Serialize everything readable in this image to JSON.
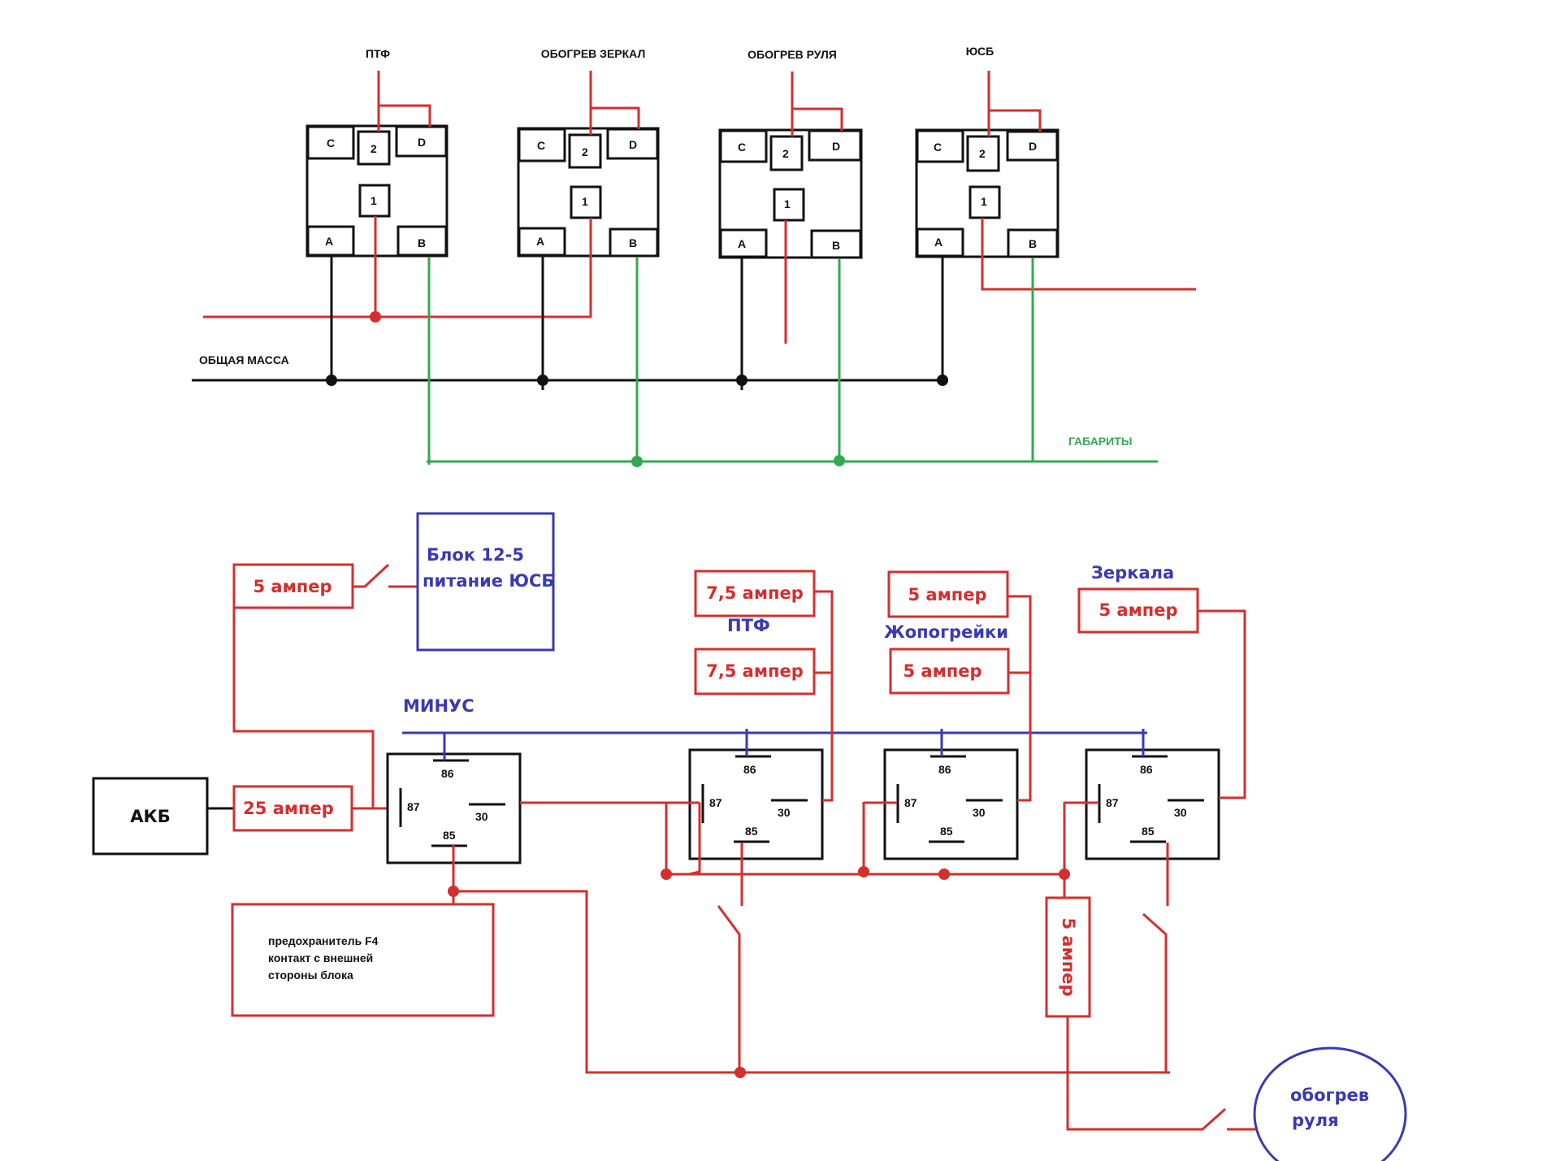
{
  "colors": {
    "red": "#d32f2f",
    "black": "#111111",
    "green": "#34a853",
    "blue": "#3a3ab0"
  },
  "top": {
    "switches": [
      {
        "title": "ПТФ",
        "pins": {
          "c": "C",
          "two": "2",
          "d": "D",
          "one": "1",
          "a": "A",
          "b": "B"
        }
      },
      {
        "title": "ОБОГРЕВ ЗЕРКАЛ",
        "pins": {
          "c": "C",
          "two": "2",
          "d": "D",
          "one": "1",
          "a": "A",
          "b": "B"
        }
      },
      {
        "title": "ОБОГРЕВ РУЛЯ",
        "pins": {
          "c": "C",
          "two": "2",
          "d": "D",
          "one": "1",
          "a": "A",
          "b": "B"
        }
      },
      {
        "title": "ЮСБ",
        "pins": {
          "c": "C",
          "two": "2",
          "d": "D",
          "one": "1",
          "a": "A",
          "b": "B"
        }
      }
    ],
    "ground_label": "ОБЩАЯ МАССА",
    "parking_lights_label": "ГАБАРИТЫ"
  },
  "bottom": {
    "battery_label": "АКБ",
    "fuse_main": "25 ампер",
    "fuse_usb": "5 ампер",
    "converter_label_line1": "Блок 12-5",
    "converter_label_line2": "питание ЮСБ",
    "minus_label": "МИНУС",
    "ptf_label": "ПТФ",
    "ptf_fuse_1": "7,5 ампер",
    "ptf_fuse_2": "7,5 ампер",
    "seat_label": "Жопогрейки",
    "seat_fuse_1": "5 ампер",
    "seat_fuse_2": "5 ампер",
    "mirrors_label": "Зеркала",
    "mirrors_fuse": "5 ампер",
    "wheel_fuse": "5 ампер",
    "relay_pins": {
      "p86": "86",
      "p87": "87",
      "p30": "30",
      "p85": "85"
    },
    "f4_note_line1": "предохранитель F4",
    "f4_note_line2": "контакт с  внешней",
    "f4_note_line3": "стороны блока",
    "wheel_heater_line1": "обогрев",
    "wheel_heater_line2": "руля"
  }
}
